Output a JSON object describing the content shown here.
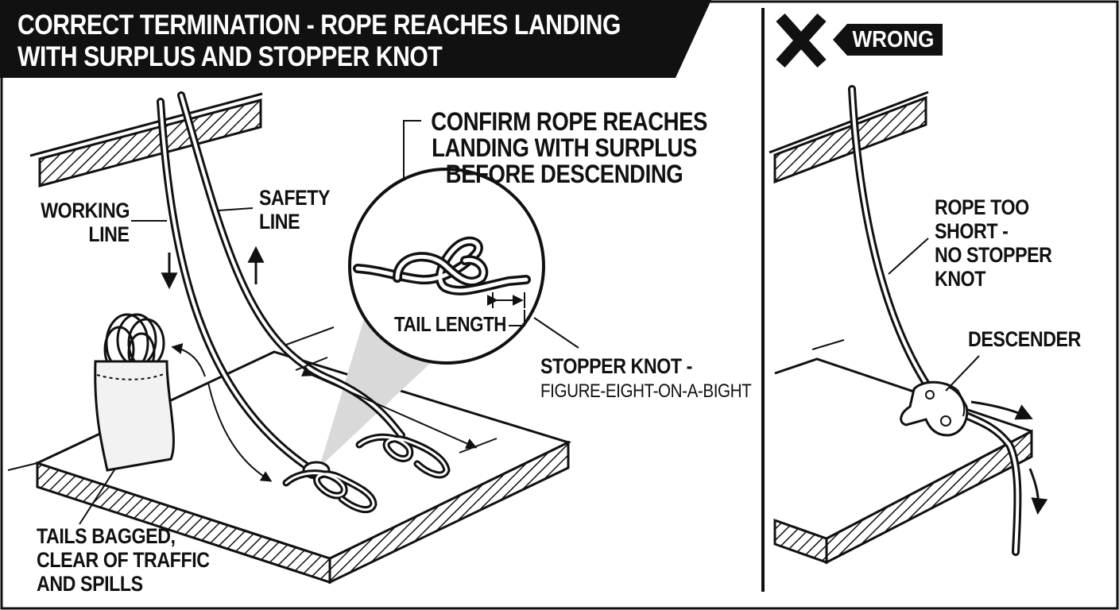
{
  "title": {
    "line1": "CORRECT TERMINATION - ROPE REACHES LANDING",
    "line2": "WITH SURPLUS AND STOPPER KNOT"
  },
  "left_panel": {
    "working_line": [
      "WORKING",
      "LINE"
    ],
    "safety_line": [
      "SAFETY",
      "LINE"
    ],
    "confirm": [
      "CONFIRM ROPE REACHES",
      "LANDING WITH SURPLUS",
      "BEFORE DESCENDING"
    ],
    "tail_length": "TAIL LENGTH",
    "stopper_knot": [
      "STOPPER KNOT -",
      "FIGURE-EIGHT-ON-A-BIGHT"
    ],
    "tails_bagged": [
      "TAILS BAGGED,",
      "CLEAR OF TRAFFIC",
      "AND SPILLS"
    ]
  },
  "right_panel": {
    "wrong_icon": "x-mark-icon",
    "wrong_label": "WRONG",
    "rope_too_short": [
      "ROPE TOO",
      "SHORT -",
      "NO STOPPER",
      "KNOT"
    ],
    "descender": "DESCENDER"
  },
  "colors": {
    "ink": "#111111",
    "background": "#ffffff",
    "callout_fill": "#d9d9d9",
    "bag_fill": "#f2f2f2"
  }
}
